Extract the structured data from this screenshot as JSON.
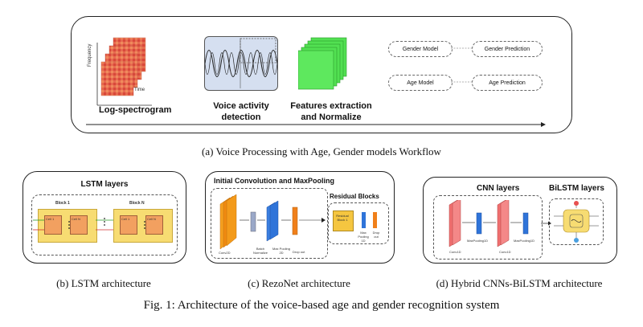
{
  "workflow": {
    "axis_labels": {
      "y": "Frequency",
      "x": "Time"
    },
    "step1": "Log-spectrogram",
    "step2_line1": "Voice activity",
    "step2_line2": "detection",
    "step3_line1": "Features extraction",
    "step3_line2": "and Normalize",
    "gender_model": "Gender Model",
    "gender_prediction": "Gender Prediction",
    "age_model": "Age Model",
    "age_prediction": "Age Prediction"
  },
  "lstm": {
    "title": "LSTM layers",
    "block1": "Block 1",
    "blockN": "Block N",
    "cell1": "Cell 1",
    "cellN": "Cell N"
  },
  "rezonet": {
    "title": "Initial Convolution and MaxPooling",
    "residual_title": "Residual Blocks",
    "conv": "Conv2D",
    "batchnorm": "Batch Normalize",
    "maxpool": "Max Pooling 2D",
    "dropout": "Drop out",
    "res_block": "Residual Block 1",
    "res_maxpool": "Max Pooling 1D",
    "res_dropout": "Drop out"
  },
  "hybrid": {
    "cnn_title": "CNN layers",
    "bilstm_title": "BiLSTM layers",
    "conv1d_a": "Conv1D",
    "maxpool_a": "MaxPooling1D",
    "conv1d_b": "Conv1D",
    "maxpool_b": "MaxPooling1D"
  },
  "captions": {
    "a": "(a) Voice Processing with Age, Gender models Workflow",
    "b": "(b) LSTM architecture",
    "c": "(c) RezoNet architecture",
    "d": "(d) Hybrid CNNs-BiLSTM architecture",
    "fig": "Fig. 1: Architecture of the voice-based age and gender recognition system"
  },
  "colors": {
    "spectrogram": "#e0604a",
    "features_green": "#4cd94c",
    "vad_bg": "#d5dff0",
    "conv_orange": "#f39a1a",
    "conv_blue": "#2f74d9",
    "cnn_red": "#f07070",
    "lstm_yellow": "#f7dc72"
  }
}
